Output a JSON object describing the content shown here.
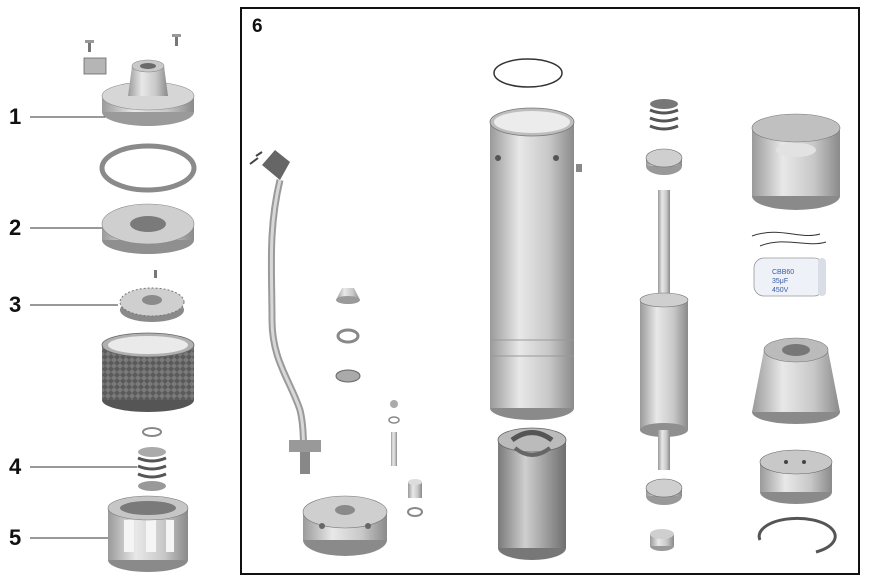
{
  "callouts": [
    {
      "id": "1",
      "label": "1"
    },
    {
      "id": "2",
      "label": "2"
    },
    {
      "id": "3",
      "label": "3"
    },
    {
      "id": "4",
      "label": "4"
    },
    {
      "id": "5",
      "label": "5"
    }
  ],
  "assembly_box": {
    "label": "6"
  },
  "capacitor": {
    "text_lines": [
      "CBB60",
      "35μF",
      "450V"
    ]
  },
  "colors": {
    "metal_light": "#e6e6e6",
    "metal_mid": "#bdbdbd",
    "metal_dark": "#8a8a8a",
    "frame": "#111111"
  }
}
